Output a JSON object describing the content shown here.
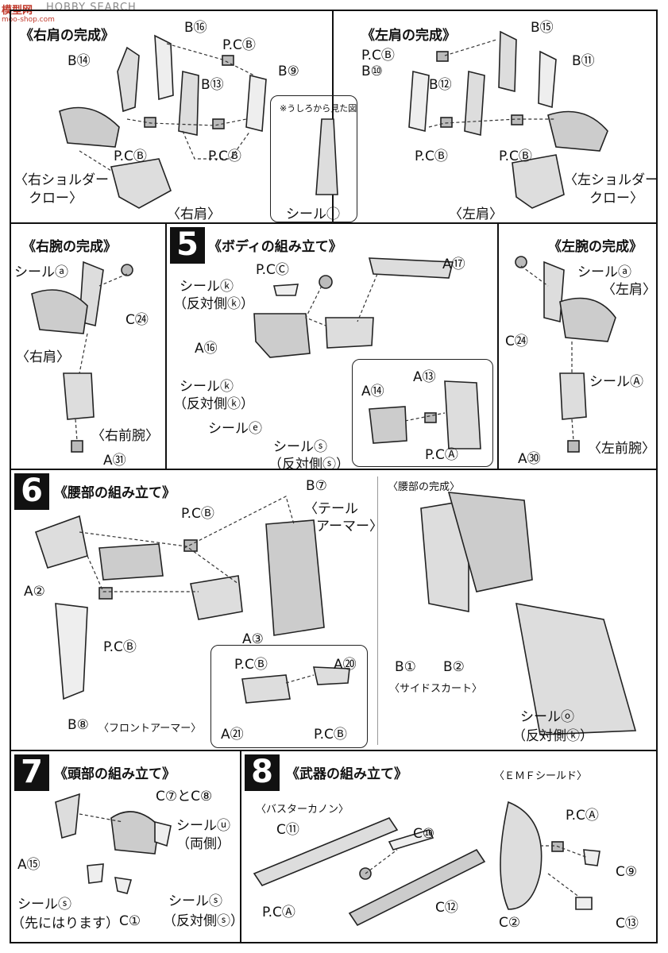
{
  "watermark": {
    "brand": "模型网",
    "site": "HOBBY SEARCH",
    "url": "moo-shop.com"
  },
  "top_left": {
    "title": "《右肩の完成》",
    "parts": {
      "b16": "B⑯",
      "b14": "B⑭",
      "b13": "B⑬",
      "b9": "B⑨",
      "pcb1": "P.CⒷ",
      "pcb2": "P.CⒷ",
      "pcb3": "P.CⒷ"
    },
    "callouts": {
      "claw1": "〈右ショルダー",
      "claw2": "クロー〉",
      "shoulder": "〈右肩〉"
    }
  },
  "back_view": {
    "note": "※うしろから見た図",
    "seal": "シールⓘ"
  },
  "top_right": {
    "title": "《左肩の完成》",
    "parts": {
      "b15": "B⑮",
      "b11": "B⑪",
      "b10": "B⑩",
      "b12": "B⑫",
      "pcb1": "P.CⒷ",
      "pcb2": "P.CⒷ",
      "pcb3": "P.CⒷ"
    },
    "callouts": {
      "claw1": "〈左ショルダー",
      "claw2": "クロー〉",
      "shoulder": "〈左肩〉"
    }
  },
  "right_arm": {
    "title": "《右腕の完成》",
    "parts": {
      "seal": "シールⓐ",
      "c24": "C㉔",
      "shoulder": "〈右肩〉",
      "forearm": "〈右前腕〉",
      "a31": "A㉛"
    }
  },
  "step5": {
    "number": "5",
    "title": "《ボディの組み立て》",
    "parts": {
      "pcc": "P.CⒸ",
      "a17": "A⑰",
      "seal_ku": "シールⓚ",
      "ku_opp": "（反対側ⓚ）",
      "a16": "A⑯",
      "seal_ko": "シールⓚ",
      "ko_opp": "（反対側ⓚ）",
      "seal_e": "シールⓔ",
      "seal_shi": "シールⓢ",
      "shi_opp": "（反対側ⓢ）",
      "a13": "A⑬",
      "a14": "A⑭",
      "pca": "P.CⒶ"
    }
  },
  "left_arm": {
    "title": "《左腕の完成》",
    "parts": {
      "seal": "シールⓐ",
      "shoulder": "〈左肩〉",
      "c24": "C㉔",
      "seal_a": "シールⒶ",
      "forearm": "〈左前腕〉",
      "a30": "A㉚"
    }
  },
  "step6": {
    "number": "6",
    "title": "《腰部の組み立て》",
    "parts": {
      "pcb_top": "P.CⒷ",
      "b7": "B⑦",
      "tail1": "〈テール",
      "tail2": "アーマー〉",
      "a2": "A②",
      "a3": "A③",
      "pcb_mid": "P.CⒷ",
      "b8": "B⑧",
      "front": "〈フロントアーマー〉",
      "sub_pcb1": "P.CⒷ",
      "sub_a20": "A⑳",
      "sub_a21": "A㉑",
      "sub_pcb2": "P.CⒷ"
    }
  },
  "waist_done": {
    "title": "〈腰部の完成〉",
    "parts": {
      "b1": "B①",
      "b2": "B②",
      "side": "〈サイドスカート〉",
      "seal_o": "シールⓞ",
      "o_opp": "（反対側ⓚ）"
    }
  },
  "step7": {
    "number": "7",
    "title": "《頭部の組み立て》",
    "parts": {
      "c7c8": "C⑦とC⑧",
      "seal_u": "シールⓤ",
      "both": "（両側）",
      "a15": "A⑮",
      "seal_so": "シールⓢ",
      "so_note": "（先にはります）",
      "c1": "C①",
      "seal_se": "シールⓢ",
      "se_opp": "（反対側ⓢ）"
    }
  },
  "step8": {
    "number": "8",
    "title": "《武器の組み立て》",
    "parts": {
      "buster": "〈バスターカノン〉",
      "c11": "C⑪",
      "c10": "C⑩",
      "pca": "P.CⒶ",
      "c12": "C⑫"
    }
  },
  "emf": {
    "title": "〈ＥＭＦシールド〉",
    "parts": {
      "pca": "P.CⒶ",
      "c9": "C⑨",
      "c2": "C②",
      "c13": "C⑬"
    }
  }
}
